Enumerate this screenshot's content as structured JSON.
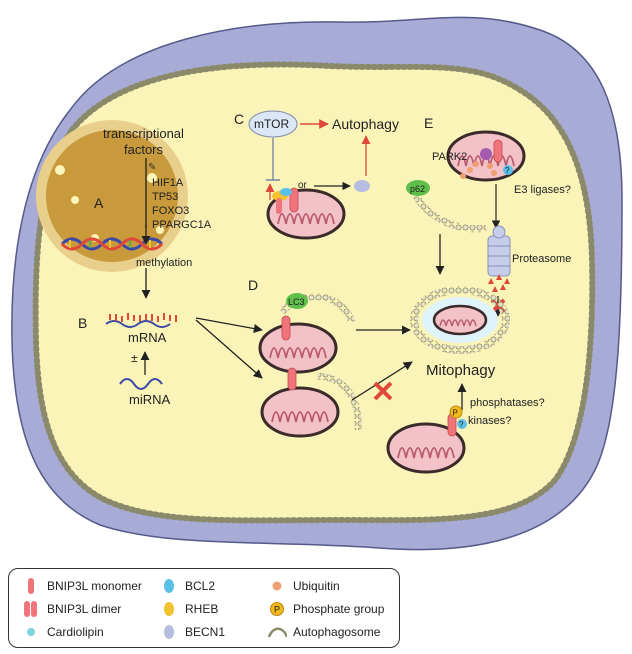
{
  "panels": {
    "A": "A",
    "B": "B",
    "C": "C",
    "D": "D",
    "E": "E"
  },
  "nucleus": {
    "title_line1": "transcriptional",
    "title_line2": "factors",
    "factors": [
      "HIF1A",
      "TP53",
      "FOXO3",
      "PPARGC1A"
    ],
    "methylation": "methylation"
  },
  "rna": {
    "mrna": "mRNA",
    "pm": "±",
    "mirna": "miRNA"
  },
  "panel_c": {
    "mtor": "mTOR",
    "autophagy": "Autophagy",
    "or": "or"
  },
  "panel_d": {
    "lc3": "LC3"
  },
  "panel_e": {
    "park2": "PARK2",
    "p62": "p62",
    "e3": "E3 ligases?",
    "q": "?",
    "proteasome": "Proteasome"
  },
  "mitophagy": {
    "label": "Mitophagy",
    "phosphatases": "phosphatases?",
    "kinases": "kinases?",
    "p": "P",
    "q": "?"
  },
  "legend": [
    {
      "label": "BNIP3L monomer",
      "icon": "bnip3l-monomer-icon",
      "color": "#f0757a"
    },
    {
      "label": "BCL2",
      "icon": "bcl2-icon",
      "color": "#5bc0e8"
    },
    {
      "label": "Ubiquitin",
      "icon": "ubiquitin-icon",
      "color": "#f0a070"
    },
    {
      "label": "BNIP3L dimer",
      "icon": "bnip3l-dimer-icon",
      "color": "#f0757a"
    },
    {
      "label": "RHEB",
      "icon": "rheb-icon",
      "color": "#f2c230"
    },
    {
      "label": "Phosphate group",
      "icon": "phosphate-icon",
      "color": "#f2b81c"
    },
    {
      "label": "Cardiolipin",
      "icon": "cardiolipin-icon",
      "color": "#7fd3dc"
    },
    {
      "label": "BECN1",
      "icon": "becn1-icon",
      "color": "#b5bde0"
    },
    {
      "label": "Autophagosome",
      "icon": "autophagosome-icon",
      "color": "#8a8a6a"
    }
  ],
  "colors": {
    "cell_fill": "#fbf4b8",
    "cell_outer": "#a7abd6",
    "nucleus": "#c89a3c",
    "mito": "#f3c1c8",
    "arrow_red": "#e0483a",
    "inhibit": "#e0483a"
  }
}
